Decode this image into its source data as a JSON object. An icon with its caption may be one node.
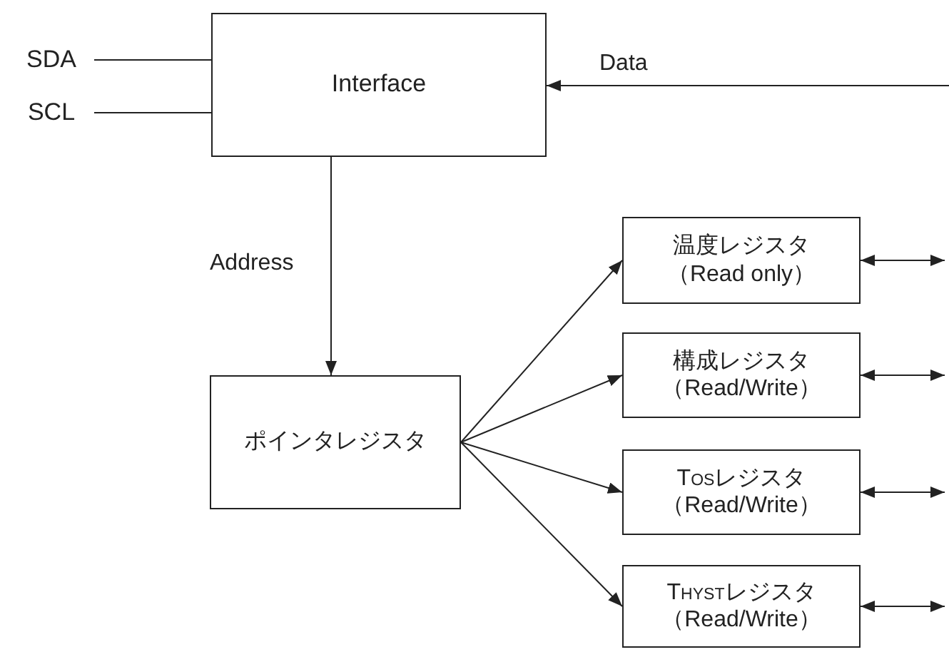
{
  "diagram": {
    "nodes": [
      {
        "text": [
          "SDA"
        ]
      },
      {
        "text": [
          "SCL"
        ]
      },
      {
        "text": [
          "Interface"
        ]
      },
      {
        "text": [
          "ポインタレジスタ"
        ]
      },
      {
        "text": [
          "温度レジスタ",
          "（Read only）"
        ]
      },
      {
        "text": [
          "構成レジスタ",
          "（Read/Write）"
        ]
      },
      {
        "text": [
          "T$_{OS}$レジスタ",
          "（Read/Write）"
        ]
      },
      {
        "text": [
          "T$_{HYST}$レジスタ",
          "（Read/Write）"
        ]
      }
    ],
    "edges": [
      {
        "from": 0,
        "to": 2,
        "arrow": "none"
      },
      {
        "from": 1,
        "to": 2,
        "arrow": "none"
      },
      {
        "from": null,
        "to": 2,
        "arrow": "to",
        "label": "Data"
      },
      {
        "from": 2,
        "to": 3,
        "arrow": "to",
        "label": "Address"
      },
      {
        "from": 3,
        "to": 4,
        "arrow": "to"
      },
      {
        "from": 3,
        "to": 5,
        "arrow": "to"
      },
      {
        "from": 3,
        "to": 6,
        "arrow": "to"
      },
      {
        "from": 3,
        "to": 7,
        "arrow": "to"
      },
      {
        "from": 4,
        "to": null,
        "arrow": "both"
      },
      {
        "from": 5,
        "to": null,
        "arrow": "both"
      },
      {
        "from": 6,
        "to": null,
        "arrow": "both"
      },
      {
        "from": 7,
        "to": null,
        "arrow": "both"
      }
    ]
  }
}
